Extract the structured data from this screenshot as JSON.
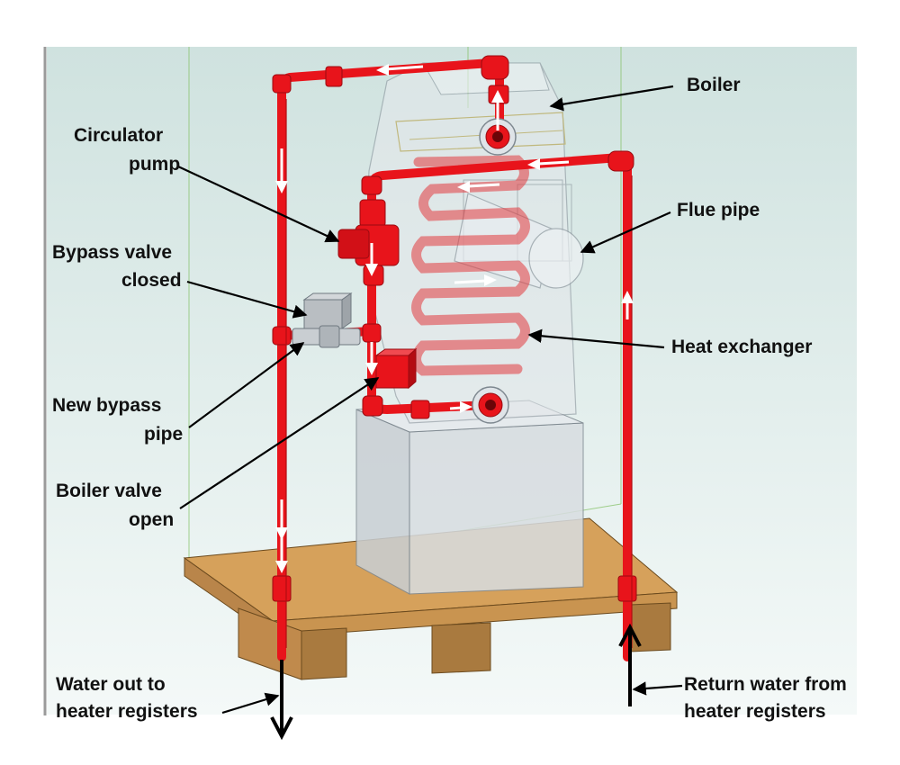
{
  "labels": {
    "boiler": "Boiler",
    "circulator_1": "Circulator",
    "circulator_2": "pump",
    "flue_pipe": "Flue pipe",
    "bypass_valve_1": "Bypass valve",
    "bypass_valve_2": "closed",
    "heat_exchanger": "Heat exchanger",
    "new_bypass_1": "New bypass",
    "new_bypass_2": "pipe",
    "boiler_valve_1": "Boiler valve",
    "boiler_valve_2": "open",
    "water_out_1": "Water out to",
    "water_out_2": "heater registers",
    "return_1": "Return water from",
    "return_2": "heater registers"
  },
  "colors": {
    "pipe": "#e8141b",
    "pipe_dark": "#b30c12",
    "flow_arrow": "#ffffff",
    "pallet": "#d6a15b",
    "pallet_side": "#b9854a",
    "background": "#dceae8",
    "callout": "#000000"
  }
}
